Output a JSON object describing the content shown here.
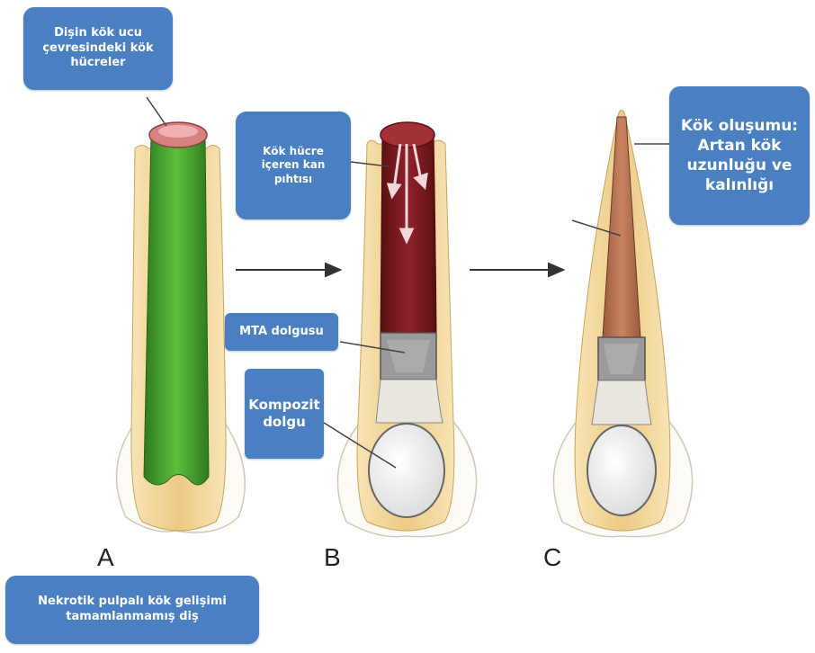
{
  "labels": {
    "stem_cells_apex": "Dişin kök ucu\nçevresindeki kök\nhücreler",
    "blood_clot": "Kök hücre\niçeren kan\npıhtısı",
    "root_formation": "Kök oluşumu:\nArtan kök\nuzunluğu ve\nkalınlığı",
    "mta_filling": "MTA dolgusu",
    "composite_filling": "Kompozit\ndolgu",
    "necrotic_tooth": "Nekrotik pulpalı kök gelişimi\ntamamlanmamış diş"
  },
  "panels": [
    "A",
    "B",
    "C"
  ],
  "colors": {
    "callout": "#4a7fc1",
    "dentin": "#f3d79a",
    "pulp_green": "#3e9a2b",
    "blood_red": "#7a1a1e",
    "root_growth": "#b86f4f",
    "mta_gray": "#9a9a9a",
    "apex_pink": "#d98080"
  }
}
